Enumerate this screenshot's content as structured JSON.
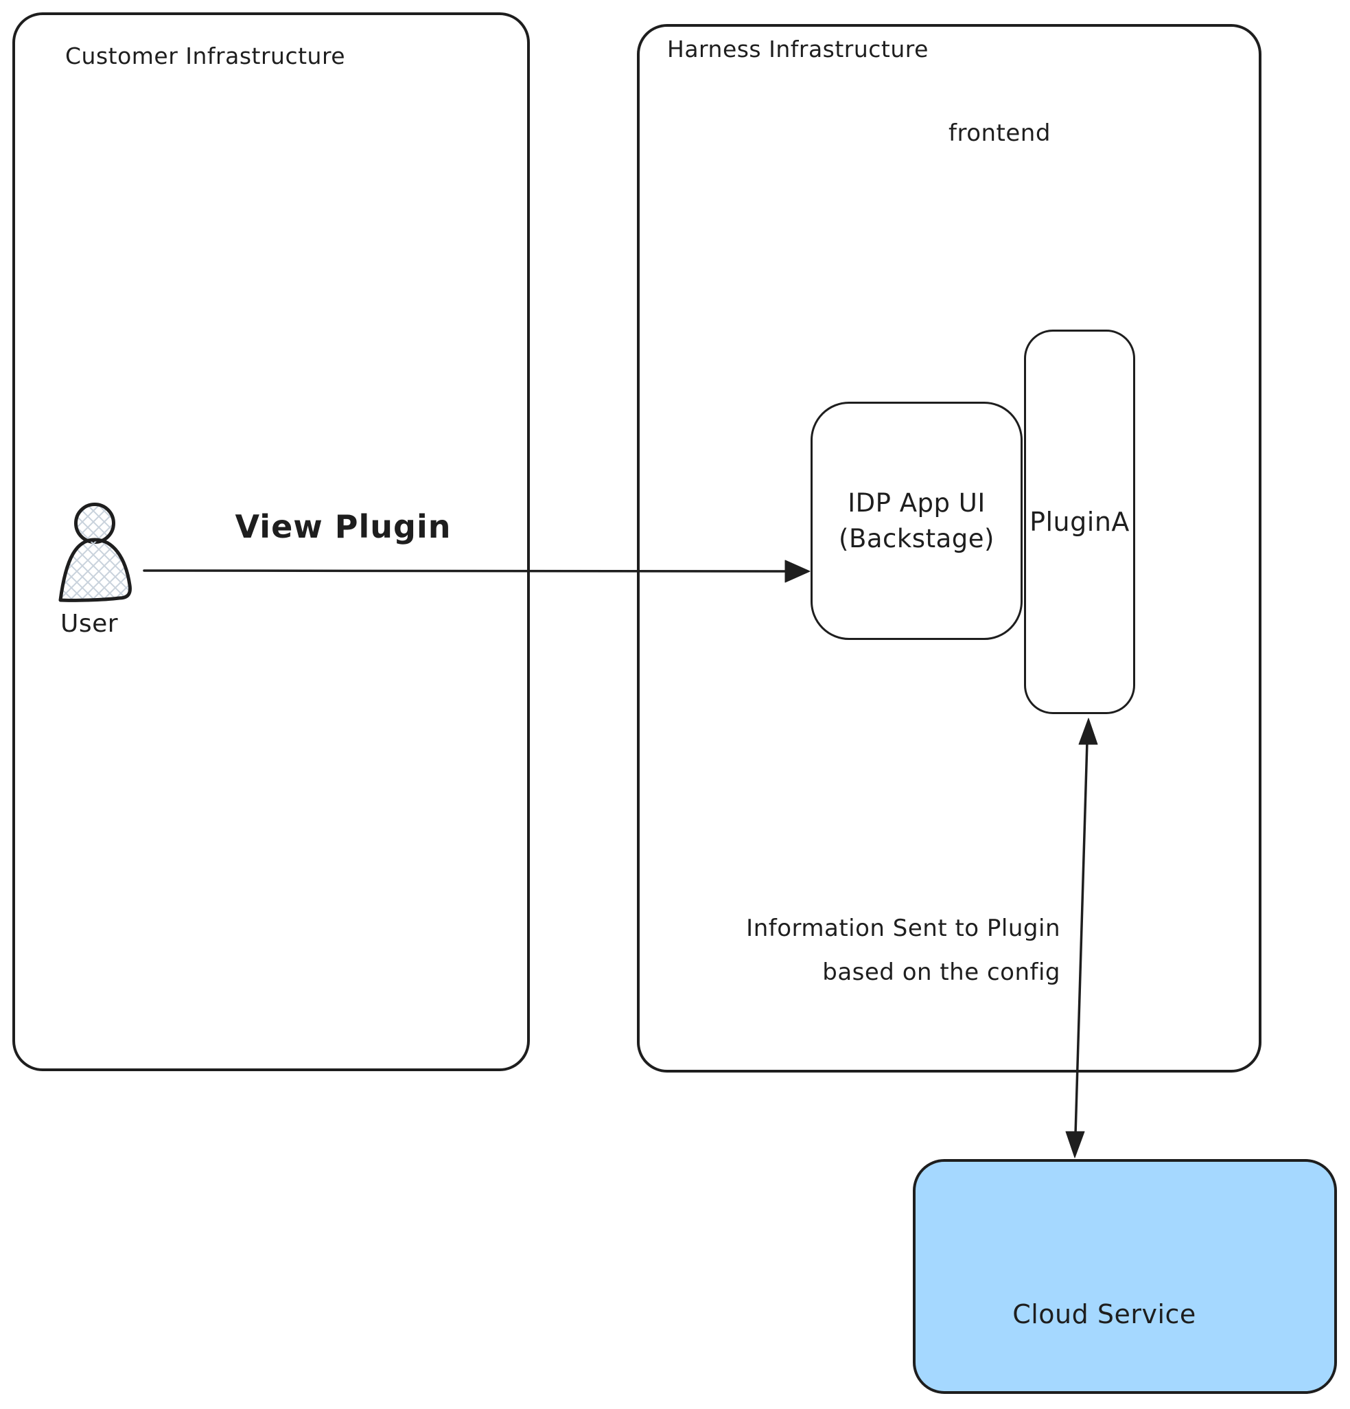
{
  "diagram": {
    "customer_box": {
      "title": "Customer Infrastructure"
    },
    "harness_box": {
      "title": "Harness Infrastructure",
      "sublabel": "frontend"
    },
    "user": {
      "label": "User"
    },
    "idp_box": {
      "line1": "IDP App UI",
      "line2": "(Backstage)"
    },
    "plugin_box": {
      "label": "PluginA"
    },
    "cloud_box": {
      "label": "Cloud Service"
    },
    "arrows": {
      "view_plugin_label": "View Plugin",
      "info_label_line1": "Information Sent to Plugin",
      "info_label_line2": "based on the config"
    },
    "colors": {
      "stroke": "#1e1e1e",
      "cloud_fill": "#a5d8ff",
      "hatch": "#c9d2dc",
      "bg": "#ffffff"
    }
  }
}
